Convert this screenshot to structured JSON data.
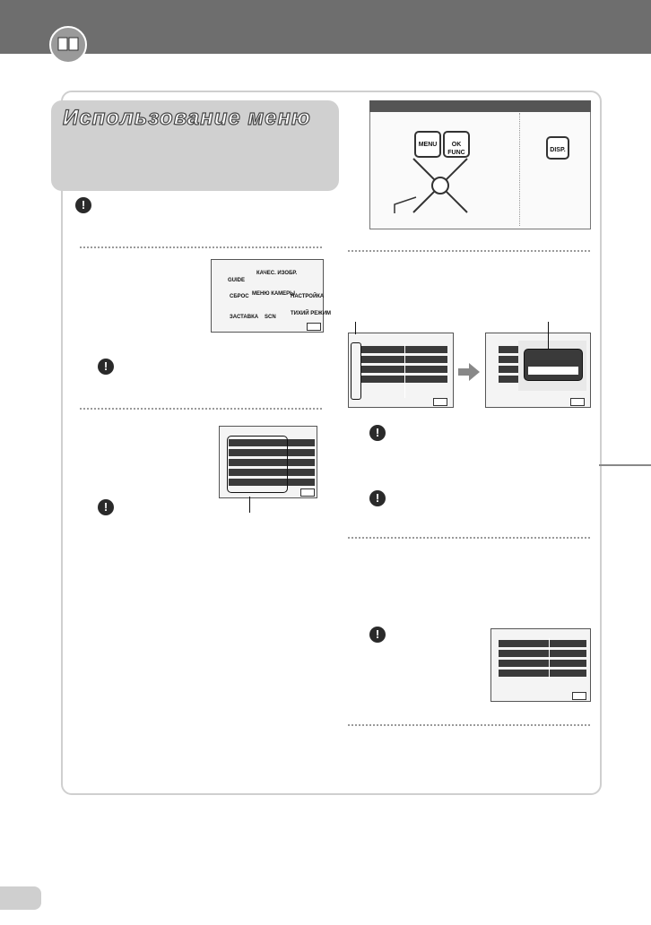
{
  "title": "Использование меню",
  "camera": {
    "keys": [
      "MENU",
      "OK",
      "FUNC",
      "DISP."
    ],
    "menu_icons": [
      "GUIDE",
      "КАЧЕС. ИЗОБР.",
      "МЕНЮ КАМЕРЫ",
      "СБРОС",
      "НАСТРОЙКА",
      "ЗАСТАВКА",
      "SCN",
      "ТИХИЙ РЕЖИМ"
    ]
  },
  "colors": {
    "band": "#6e6e6e",
    "title_box": "#d0d0d0",
    "lcd_cell": "#3a3a3a"
  }
}
